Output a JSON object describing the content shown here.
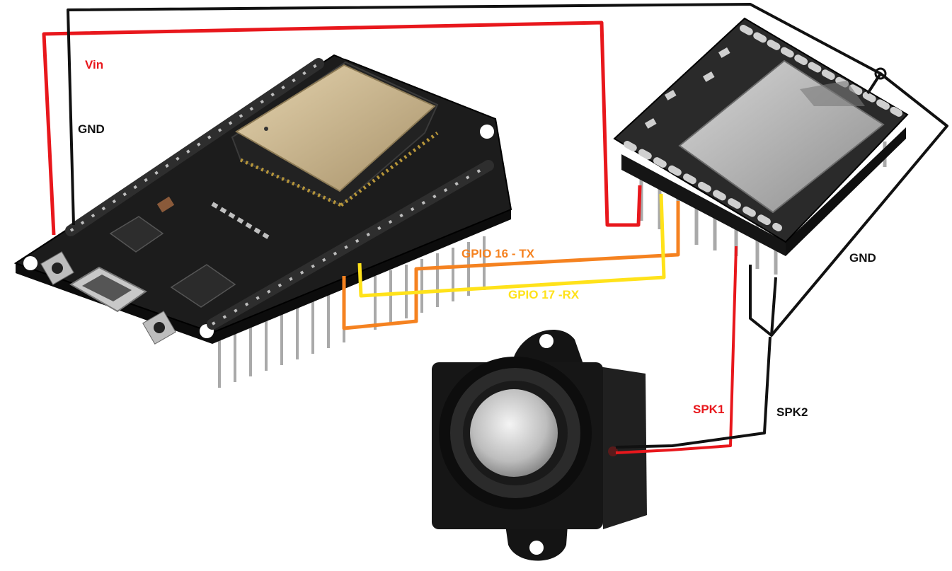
{
  "labels": {
    "vin": "Vin",
    "gnd_left": "GND",
    "gpio16_tx": "GPIO 16 - TX",
    "gpio17_rx": "GPIO 17 -RX",
    "gnd_right": "GND",
    "spk1": "SPK1",
    "spk2": "SPK2"
  },
  "colors": {
    "red_wire": "#e8171c",
    "black_wire": "#111111",
    "orange_wire": "#f58220",
    "yellow_wire": "#ffe21a",
    "board": "#1c1c1c",
    "module_pcb": "#2a2a2a",
    "shield_metal": "#c9b48a"
  }
}
